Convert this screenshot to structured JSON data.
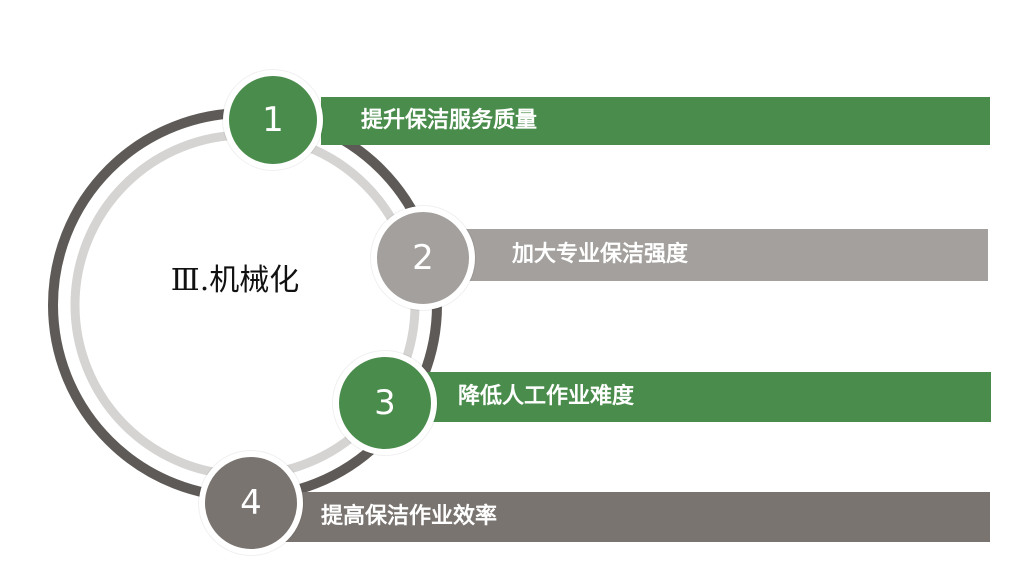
{
  "colors": {
    "green": "#4a8c4c",
    "gray_light": "#a3a09d",
    "gray_dark": "#7a7470",
    "ring_outer": "#5e5a57",
    "ring_inner": "#d6d4d2"
  },
  "center": {
    "title": "Ⅲ.机械化"
  },
  "items": [
    {
      "number": "1",
      "label": "提升保洁服务质量",
      "color": "#4a8c4c"
    },
    {
      "number": "2",
      "label": "加大专业保洁强度",
      "color": "#a3a09d"
    },
    {
      "number": "3",
      "label": "降低人工作业难度",
      "color": "#4a8c4c"
    },
    {
      "number": "4",
      "label": "提高保洁作业效率",
      "color": "#7a7470"
    }
  ]
}
